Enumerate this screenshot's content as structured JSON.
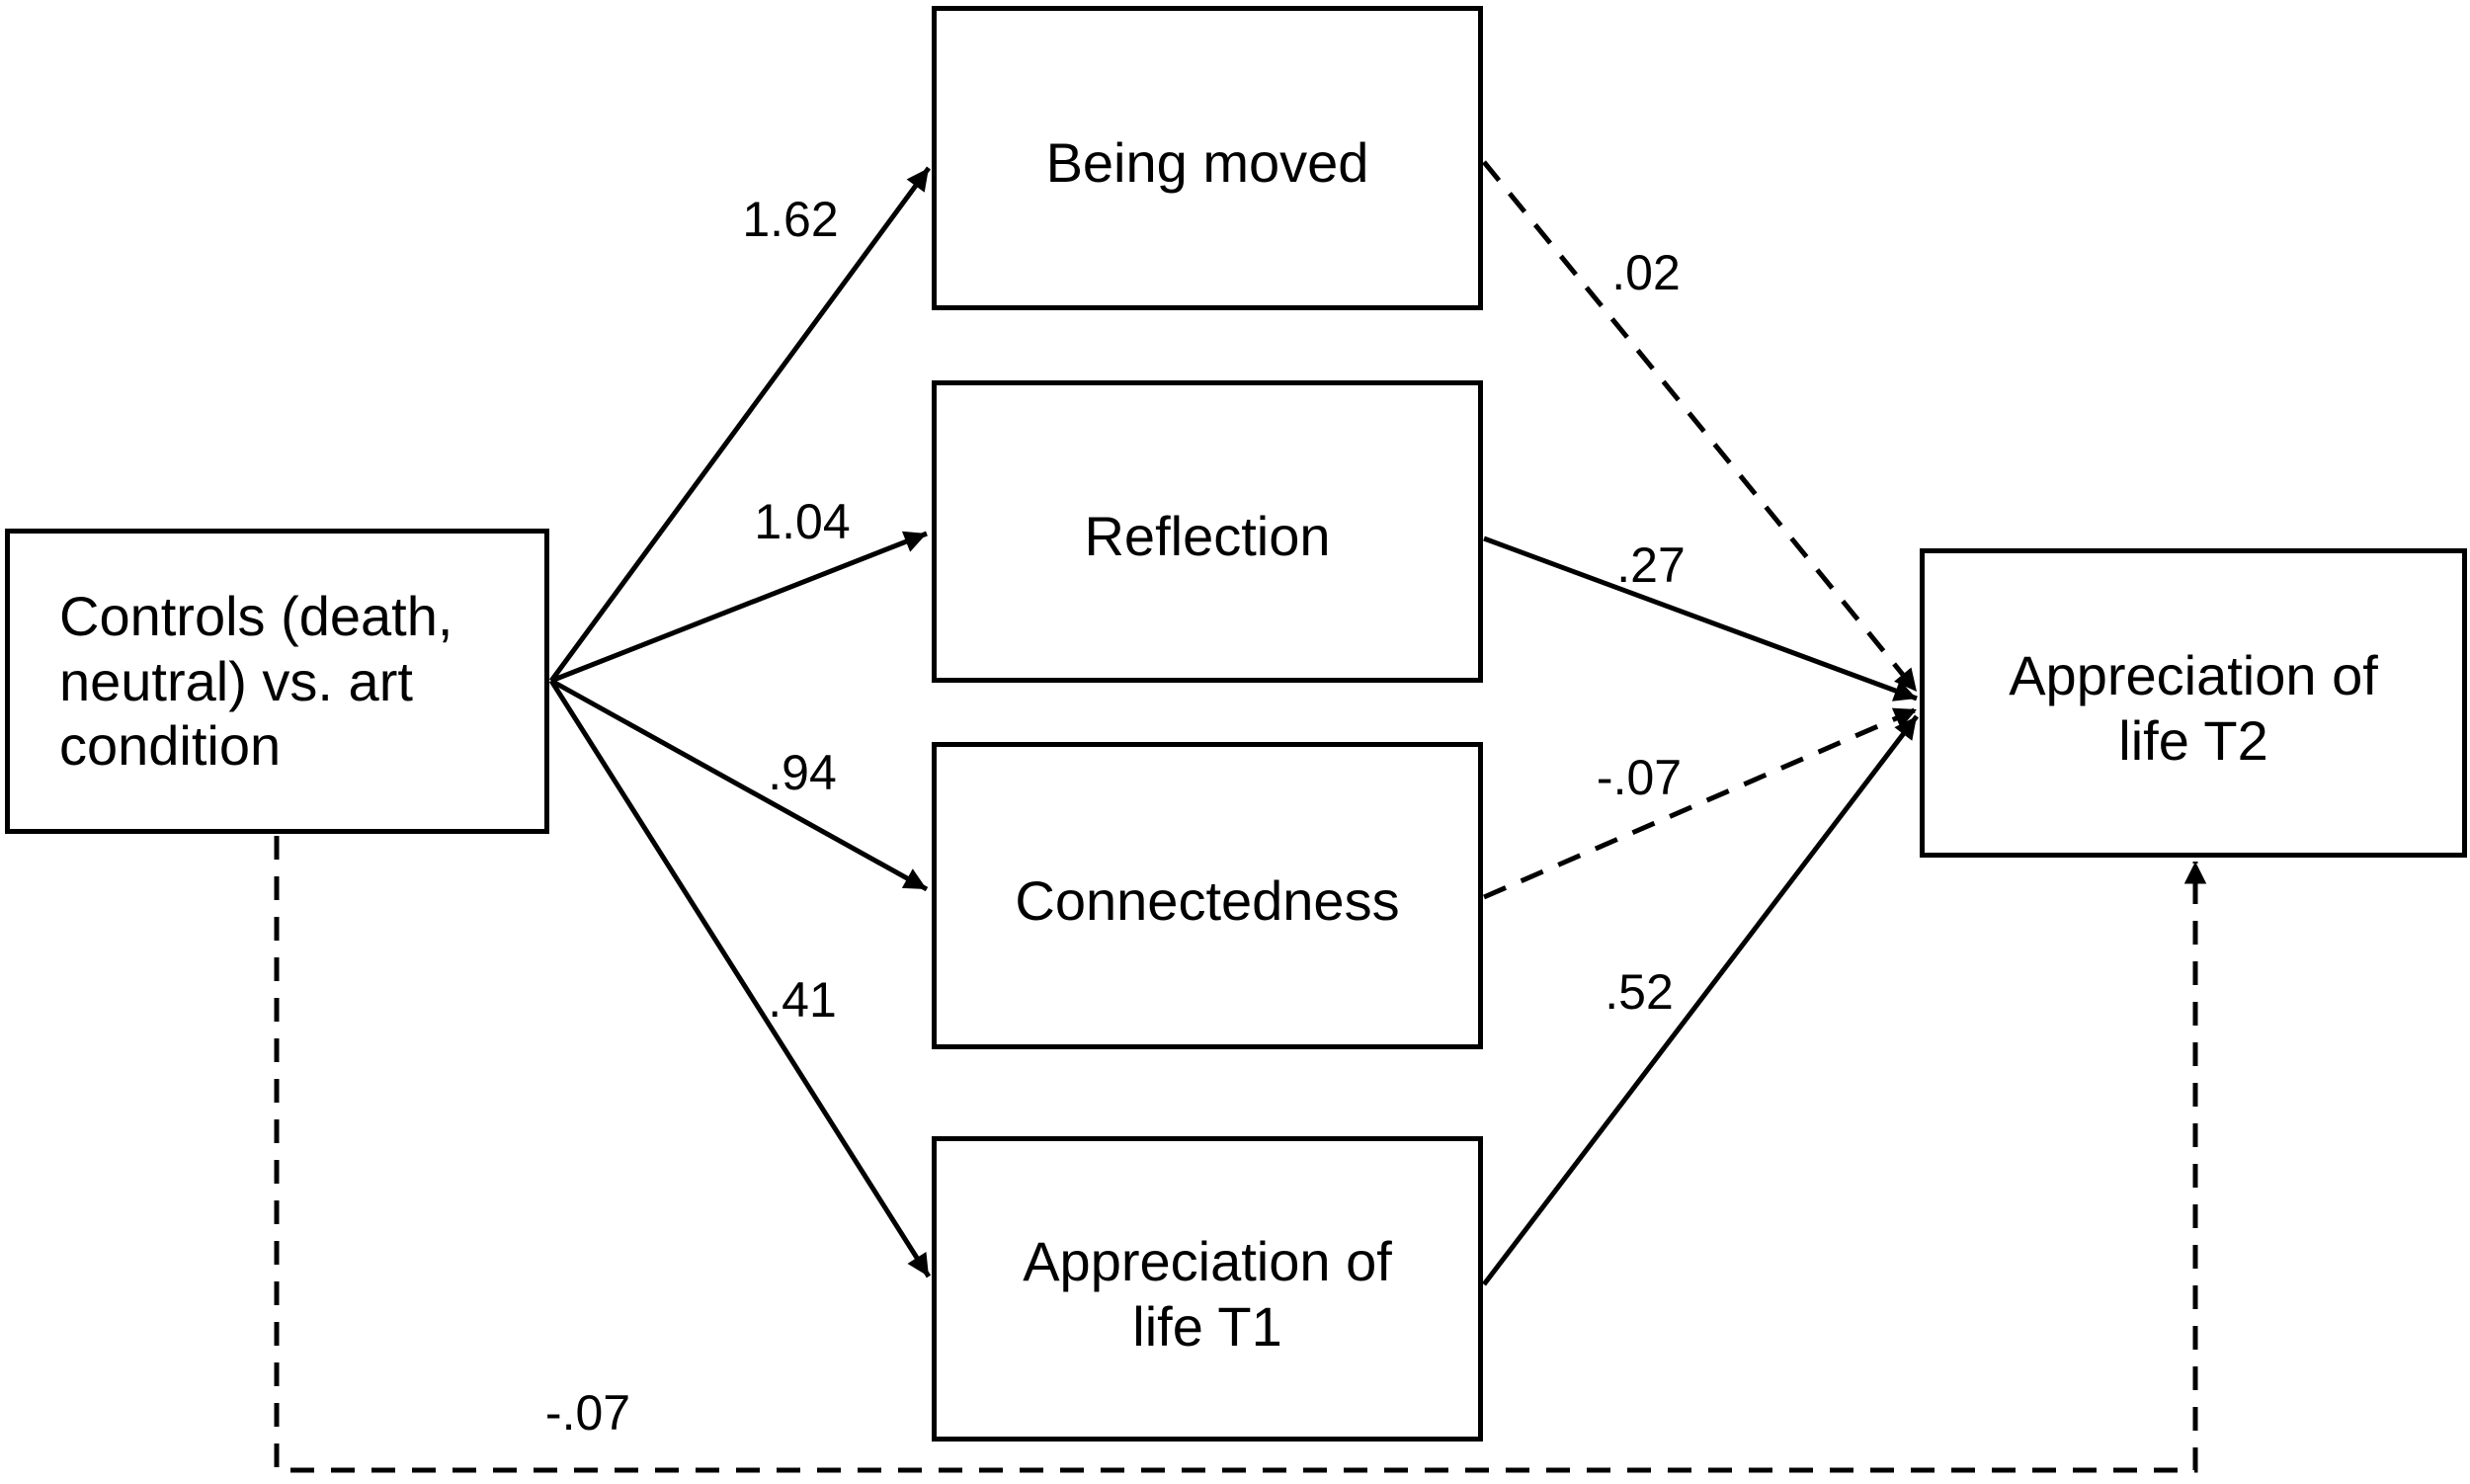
{
  "diagram": {
    "background_color": "#ffffff",
    "line_color": "#000000",
    "nodes": [
      {
        "id": "controls",
        "label": "Controls (death,\nneutral) vs. art\ncondition"
      },
      {
        "id": "being_moved",
        "label": "Being moved"
      },
      {
        "id": "reflection",
        "label": "Reflection"
      },
      {
        "id": "connectedness",
        "label": "Connectedness"
      },
      {
        "id": "aol_t1",
        "label": "Appreciation of\nlife T1"
      },
      {
        "id": "aol_t2",
        "label": "Appreciation of\nlife T2"
      }
    ],
    "edges": [
      {
        "from": "controls",
        "to": "being_moved",
        "label": "1.62",
        "style": "solid"
      },
      {
        "from": "controls",
        "to": "reflection",
        "label": "1.04",
        "style": "solid"
      },
      {
        "from": "controls",
        "to": "connectedness",
        "label": ".94",
        "style": "solid"
      },
      {
        "from": "controls",
        "to": "aol_t1",
        "label": ".41",
        "style": "solid"
      },
      {
        "from": "being_moved",
        "to": "aol_t2",
        "label": ".02",
        "style": "dashed"
      },
      {
        "from": "reflection",
        "to": "aol_t2",
        "label": ".27",
        "style": "solid"
      },
      {
        "from": "connectedness",
        "to": "aol_t2",
        "label": "-.07",
        "style": "dashed"
      },
      {
        "from": "aol_t1",
        "to": "aol_t2",
        "label": ".52",
        "style": "solid"
      },
      {
        "from": "controls",
        "to": "aol_t2",
        "label": "-.07",
        "style": "dashed"
      }
    ]
  }
}
